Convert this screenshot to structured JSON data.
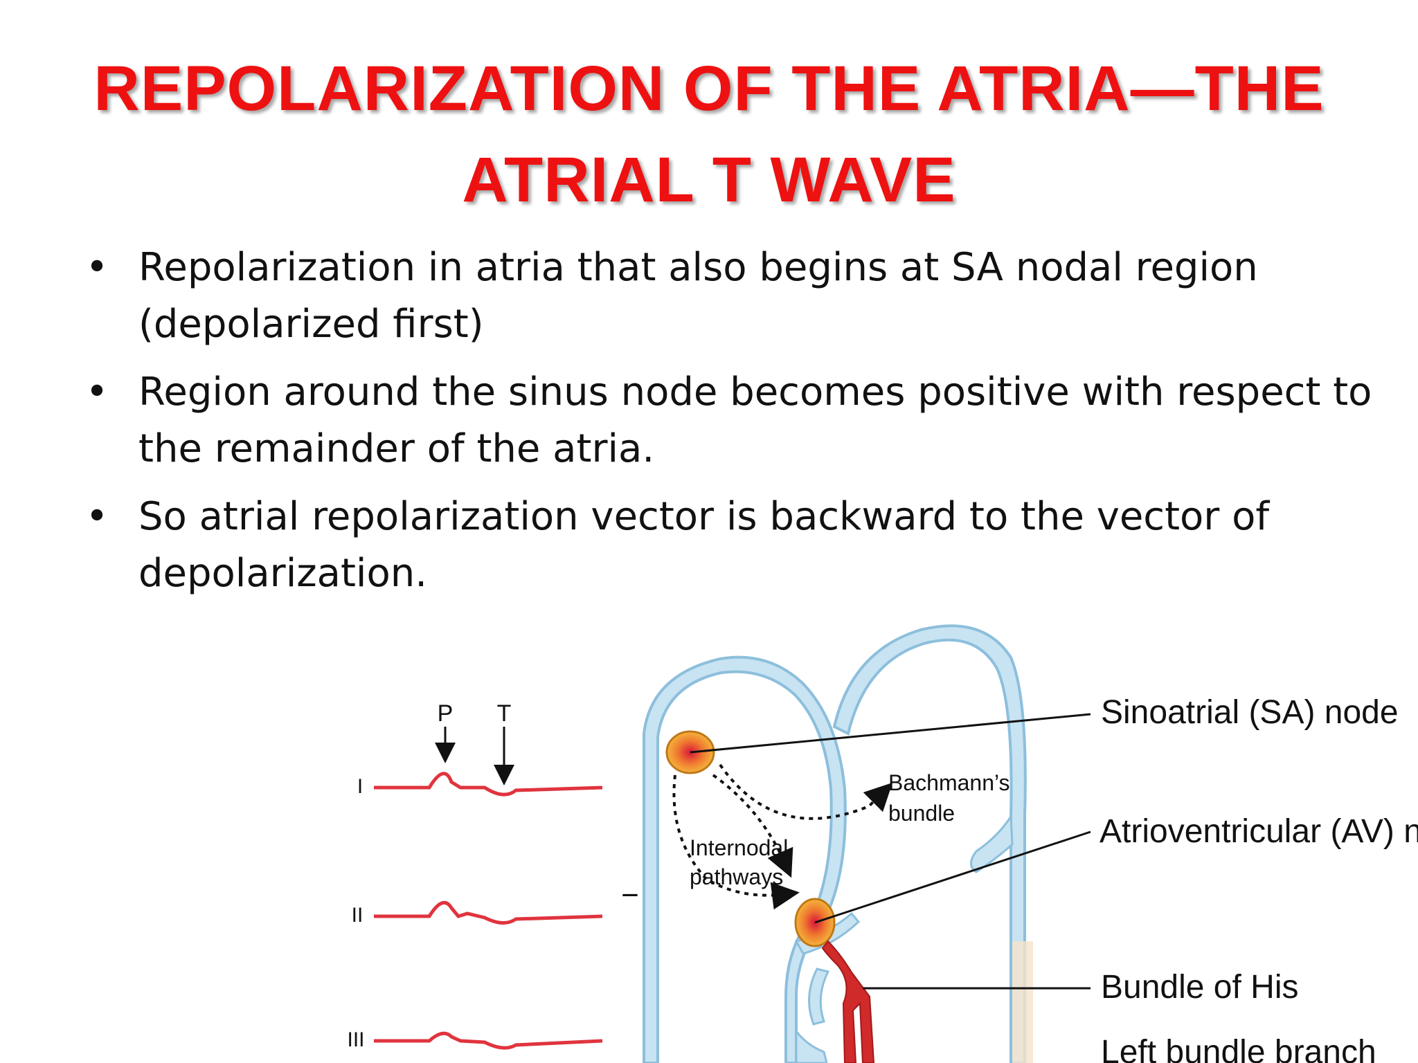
{
  "slide": {
    "title_line1": "REPOLARIZATION OF THE ATRIA—THE",
    "title_line2": "ATRIAL T WAVE",
    "title_color": "#ee1111",
    "bullets": [
      {
        "text": "Repolarization in atria that also begins at SA nodal region (depolarized first)"
      },
      {
        "text": "Region around the sinus node becomes positive with respect to the remainder of the atria."
      },
      {
        "text": "So atrial repolarization vector is backward to the vector of depolarization."
      }
    ],
    "bullet_glyph": "•"
  },
  "figure": {
    "ecg_leads": [
      "I",
      "II",
      "III"
    ],
    "wave_markers": [
      "P",
      "T"
    ],
    "minus_sign": "−",
    "heart_labels": {
      "internodal": [
        "Internodal",
        "pathways"
      ],
      "bachmann": [
        "Bachmann’s",
        "bundle"
      ]
    },
    "callouts": [
      "Sinoatrial (SA) node",
      "Atrioventricular (AV) node",
      "Bundle of His",
      "Left bundle branch"
    ],
    "colors": {
      "ecg_trace": "#e0343e",
      "heart_wall": "#c8e3f2",
      "heart_wall_edge": "#8cbfdc",
      "node_fill": "#f3b23b",
      "node_core": "#e02a3c",
      "his_bundle": "#d12a2a"
    },
    "icons": [
      "arrow-down-icon"
    ]
  }
}
